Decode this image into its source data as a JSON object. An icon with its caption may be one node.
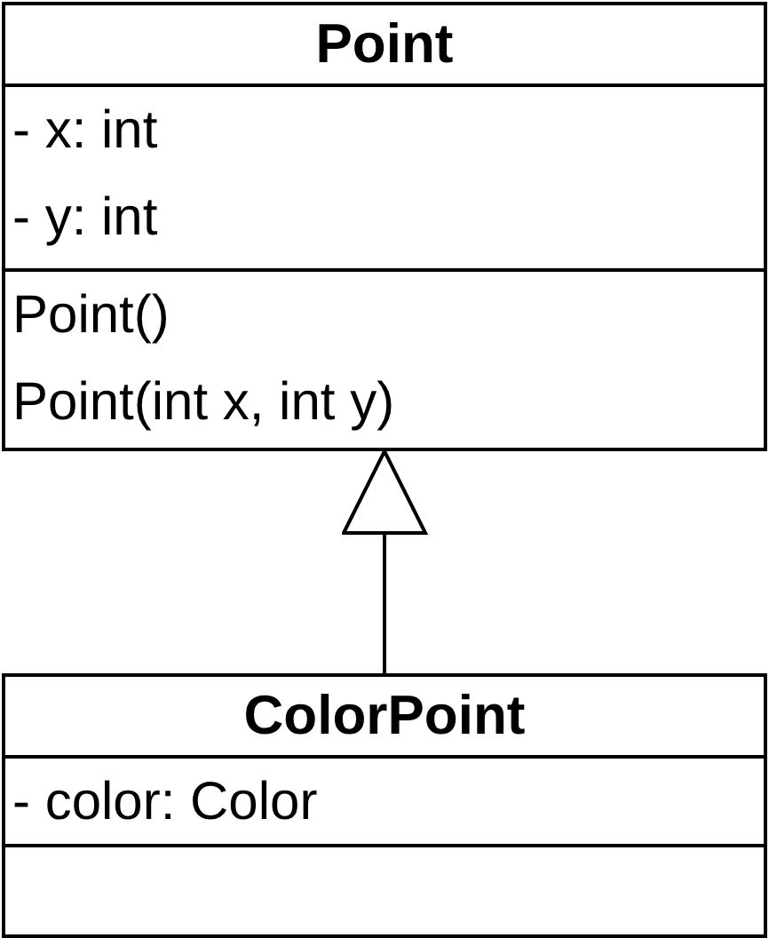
{
  "diagram": {
    "nodes": [
      {
        "text": [
          "Point"
        ]
      },
      {
        "text": [
          "- x: int",
          "- y: int"
        ],
        "in": 0
      },
      {
        "text": [
          "Point()",
          "Point(int x, int y)"
        ],
        "in": 0
      },
      {
        "text": [
          "ColorPoint"
        ]
      },
      {
        "text": [
          "- color: Color"
        ],
        "in": 3
      },
      {
        "text": [],
        "shape": "box",
        "in": 3
      }
    ],
    "edges": [
      {
        "from": 3,
        "to": 0,
        "arrow": "to"
      }
    ]
  }
}
